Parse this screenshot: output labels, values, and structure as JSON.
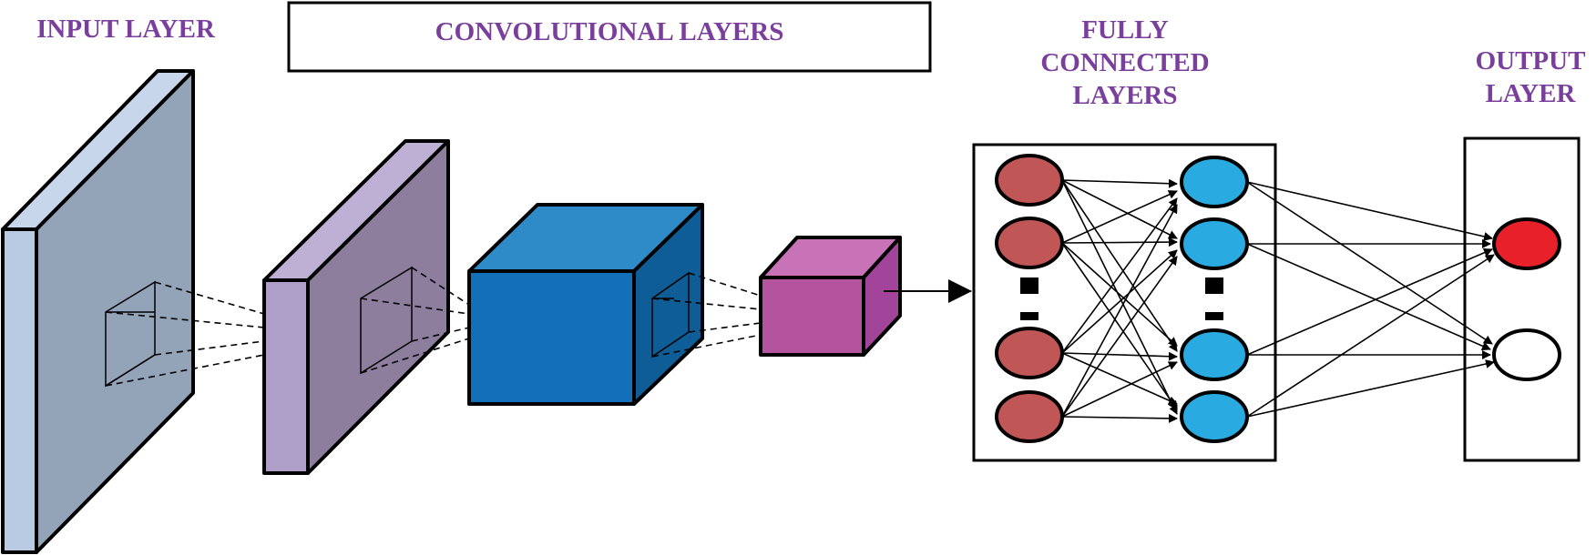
{
  "labels": {
    "input": "INPUT LAYER",
    "conv": "CONVOLUTIONAL LAYERS",
    "fc": [
      "FULLY",
      "CONNECTED",
      "LAYERS"
    ],
    "output": [
      "OUTPUT",
      "LAYER"
    ]
  },
  "colors": {
    "label": "#7a3e9d",
    "input_front": "#b8cbe3",
    "input_side": "#93a3b8",
    "layer2_front": "#ad9fc8",
    "layer2_side": "#8e7e9e",
    "layer3_front": "#1270b8",
    "layer3_top": "#2f8bc8",
    "layer3_side": "#0f5d96",
    "layer4_front": "#b4539e",
    "layer4_side": "#a1449a",
    "fc_left_node": "#c05656",
    "fc_right_node": "#29abe2",
    "output_node_active": "#e8202a",
    "output_node_inactive": "#ffffff"
  },
  "icons": [
    "arrow-icon",
    "ellipsis-dots-icon"
  ]
}
